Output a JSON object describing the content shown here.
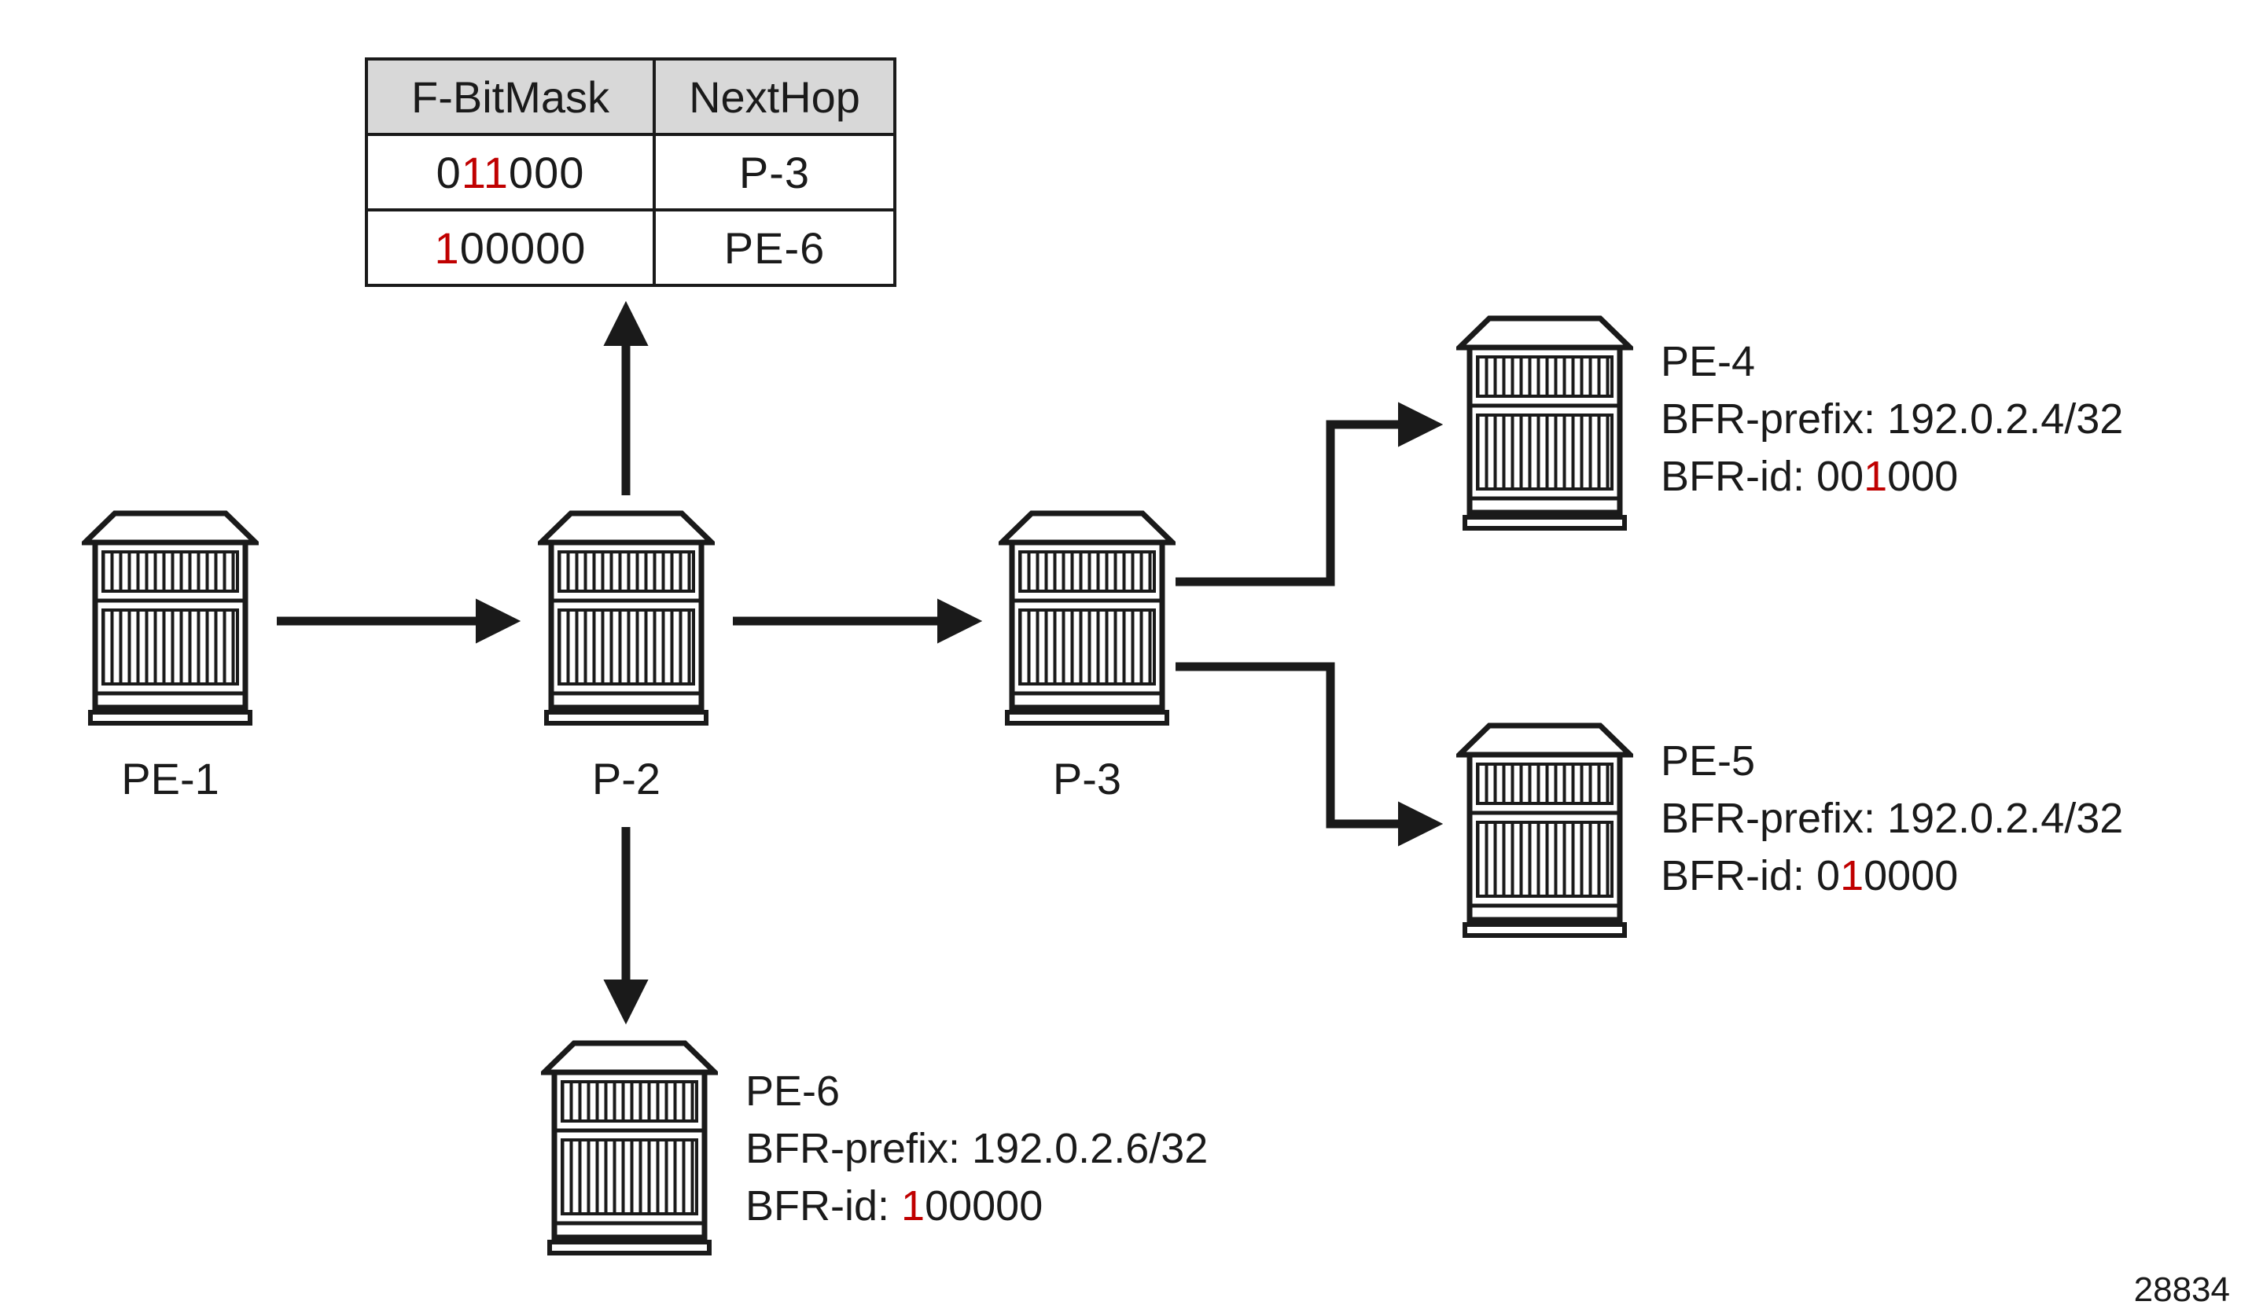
{
  "colors": {
    "ink": "#1a1a1a",
    "highlight": "#c00000",
    "table_header_bg": "#d8d8d8"
  },
  "table": {
    "headers": [
      "F-BitMask",
      "NextHop"
    ],
    "rows": [
      {
        "bitmask": [
          {
            "text": "0",
            "color": "#1a1a1a"
          },
          {
            "text": "11",
            "color": "#c00000"
          },
          {
            "text": "000",
            "color": "#1a1a1a"
          }
        ],
        "nexthop": "P-3"
      },
      {
        "bitmask": [
          {
            "text": "1",
            "color": "#c00000"
          },
          {
            "text": "00000",
            "color": "#1a1a1a"
          }
        ],
        "nexthop": "PE-6"
      }
    ]
  },
  "routers": {
    "pe1": {
      "label": "PE-1"
    },
    "p2": {
      "label": "P-2"
    },
    "p3": {
      "label": "P-3"
    },
    "pe4": {
      "label": "PE-4",
      "bfr_prefix": "BFR-prefix: 192.0.2.4/32",
      "bfr_id_label": "BFR-id: ",
      "bfr_id_bits": [
        {
          "text": "00",
          "color": "#1a1a1a"
        },
        {
          "text": "1",
          "color": "#c00000"
        },
        {
          "text": "000",
          "color": "#1a1a1a"
        }
      ]
    },
    "pe5": {
      "label": "PE-5",
      "bfr_prefix": "BFR-prefix: 192.0.2.4/32",
      "bfr_id_label": "BFR-id: ",
      "bfr_id_bits": [
        {
          "text": "0",
          "color": "#1a1a1a"
        },
        {
          "text": "1",
          "color": "#c00000"
        },
        {
          "text": "0000",
          "color": "#1a1a1a"
        }
      ]
    },
    "pe6": {
      "label": "PE-6",
      "bfr_prefix": "BFR-prefix: 192.0.2.6/32",
      "bfr_id_label": "BFR-id: ",
      "bfr_id_bits": [
        {
          "text": "1",
          "color": "#c00000"
        },
        {
          "text": "00000",
          "color": "#1a1a1a"
        }
      ]
    }
  },
  "figure_number": "28834"
}
